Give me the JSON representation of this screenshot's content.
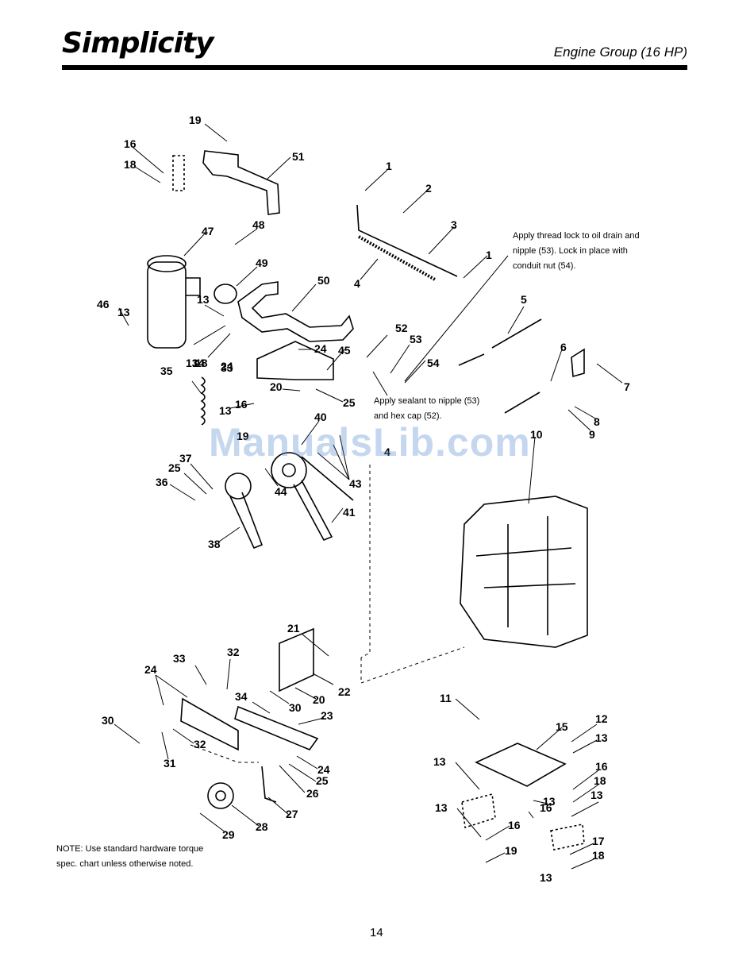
{
  "header": {
    "brand": "Simplicity",
    "section_title": "Engine Group (16 HP)"
  },
  "instructions": {
    "thread_lock": "Apply thread lock to oil drain and nipple (53). Lock in place with conduit nut (54).",
    "sealant": "Apply sealant to nipple (53) and hex cap (52)."
  },
  "note": "NOTE: Use standard hardware torque spec. chart unless otherwise noted.",
  "watermark": "ManualsLib.com",
  "page_number": "14",
  "callouts": [
    "1",
    "2",
    "3",
    "1",
    "4",
    "5",
    "6",
    "7",
    "8",
    "9",
    "10",
    "11",
    "12",
    "13",
    "13",
    "13",
    "13",
    "13",
    "13",
    "13",
    "13",
    "13",
    "13",
    "14",
    "15",
    "16",
    "16",
    "16",
    "16",
    "16",
    "17",
    "18",
    "18",
    "18",
    "18",
    "19",
    "19",
    "19",
    "20",
    "20",
    "21",
    "22",
    "23",
    "24",
    "24",
    "24",
    "24",
    "25",
    "25",
    "25",
    "26",
    "27",
    "28",
    "29",
    "30",
    "30",
    "31",
    "32",
    "32",
    "33",
    "33",
    "34",
    "35",
    "36",
    "37",
    "38",
    "40",
    "41",
    "43",
    "44",
    "45",
    "46",
    "47",
    "48",
    "49",
    "50",
    "51",
    "52",
    "53",
    "54",
    "4"
  ],
  "colors": {
    "ink": "#000000",
    "watermark": "#5a8cd2"
  }
}
